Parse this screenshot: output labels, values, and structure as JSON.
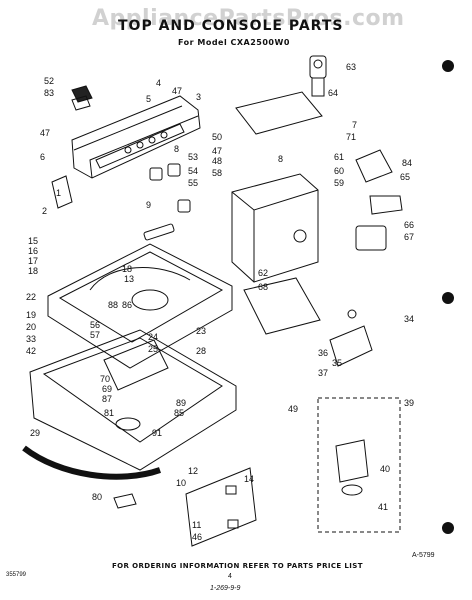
{
  "watermark": "AppliancePartsPros.com",
  "title": "TOP AND CONSOLE PARTS",
  "subtitle": "For Model CXA2500W0",
  "footer_note": "FOR ORDERING INFORMATION REFER TO PARTS PRICE LIST",
  "page_number": "4",
  "figure_id": "A-5799",
  "doc_code": "355799",
  "part_ref": "1-269-9-9",
  "callouts": [
    {
      "id": "c52",
      "label": "52"
    },
    {
      "id": "c83",
      "label": "83"
    },
    {
      "id": "c4",
      "label": "4"
    },
    {
      "id": "c5",
      "label": "5"
    },
    {
      "id": "c47a",
      "label": "47"
    },
    {
      "id": "c3",
      "label": "3"
    },
    {
      "id": "c47b",
      "label": "47"
    },
    {
      "id": "c6",
      "label": "6"
    },
    {
      "id": "c1",
      "label": "1"
    },
    {
      "id": "c2",
      "label": "2"
    },
    {
      "id": "c8a",
      "label": "8"
    },
    {
      "id": "c53",
      "label": "53"
    },
    {
      "id": "c54",
      "label": "54"
    },
    {
      "id": "c55",
      "label": "55"
    },
    {
      "id": "c9",
      "label": "9"
    },
    {
      "id": "c15",
      "label": "15"
    },
    {
      "id": "c16",
      "label": "16"
    },
    {
      "id": "c17",
      "label": "17"
    },
    {
      "id": "c18a",
      "label": "18"
    },
    {
      "id": "c18b",
      "label": "18"
    },
    {
      "id": "c13",
      "label": "13"
    },
    {
      "id": "c22",
      "label": "22"
    },
    {
      "id": "c88",
      "label": "88"
    },
    {
      "id": "c86",
      "label": "86"
    },
    {
      "id": "c19",
      "label": "19"
    },
    {
      "id": "c20",
      "label": "20"
    },
    {
      "id": "c56",
      "label": "56"
    },
    {
      "id": "c57",
      "label": "57"
    },
    {
      "id": "c33",
      "label": "33"
    },
    {
      "id": "c42",
      "label": "42"
    },
    {
      "id": "c24",
      "label": "24"
    },
    {
      "id": "c25",
      "label": "25"
    },
    {
      "id": "c23",
      "label": "23"
    },
    {
      "id": "c28",
      "label": "28"
    },
    {
      "id": "c70",
      "label": "70"
    },
    {
      "id": "c69",
      "label": "69"
    },
    {
      "id": "c87",
      "label": "87"
    },
    {
      "id": "c89",
      "label": "89"
    },
    {
      "id": "c81",
      "label": "81"
    },
    {
      "id": "c85",
      "label": "85"
    },
    {
      "id": "c91",
      "label": "91"
    },
    {
      "id": "c29",
      "label": "29"
    },
    {
      "id": "c80",
      "label": "80"
    },
    {
      "id": "c12",
      "label": "12"
    },
    {
      "id": "c10",
      "label": "10"
    },
    {
      "id": "c14",
      "label": "14"
    },
    {
      "id": "c11",
      "label": "11"
    },
    {
      "id": "c46",
      "label": "46"
    },
    {
      "id": "c63",
      "label": "63"
    },
    {
      "id": "c64",
      "label": "64"
    },
    {
      "id": "c7",
      "label": "7"
    },
    {
      "id": "c71",
      "label": "71"
    },
    {
      "id": "c50",
      "label": "50"
    },
    {
      "id": "c47c",
      "label": "47"
    },
    {
      "id": "c48",
      "label": "48"
    },
    {
      "id": "c58",
      "label": "58"
    },
    {
      "id": "c8b",
      "label": "8"
    },
    {
      "id": "c61",
      "label": "61"
    },
    {
      "id": "c60",
      "label": "60"
    },
    {
      "id": "c59",
      "label": "59"
    },
    {
      "id": "c84",
      "label": "84"
    },
    {
      "id": "c65",
      "label": "65"
    },
    {
      "id": "c66",
      "label": "66"
    },
    {
      "id": "c67",
      "label": "67"
    },
    {
      "id": "c62",
      "label": "62"
    },
    {
      "id": "c68",
      "label": "68"
    },
    {
      "id": "c34",
      "label": "34"
    },
    {
      "id": "c36",
      "label": "36"
    },
    {
      "id": "c35",
      "label": "35"
    },
    {
      "id": "c37",
      "label": "37"
    },
    {
      "id": "c49",
      "label": "49"
    },
    {
      "id": "c39",
      "label": "39"
    },
    {
      "id": "c40",
      "label": "40"
    },
    {
      "id": "c41",
      "label": "41"
    }
  ]
}
